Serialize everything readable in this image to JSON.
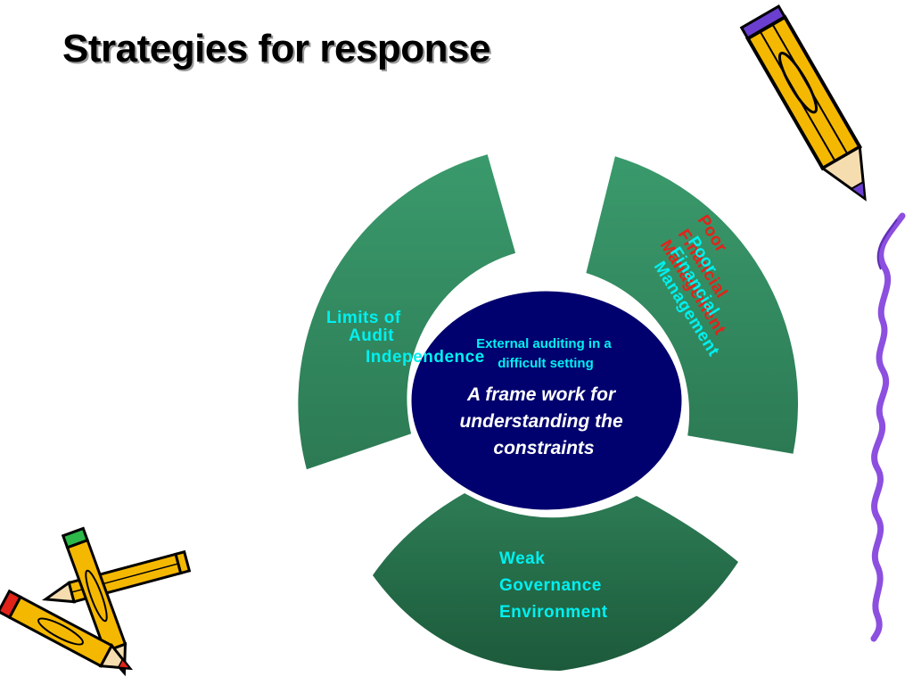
{
  "title": "Strategies for response",
  "center": {
    "subtitle_lines": [
      "External auditing  in a",
      "difficult setting"
    ],
    "main_lines": [
      "A frame work for",
      "understanding the",
      "constraints"
    ]
  },
  "segments": {
    "left": {
      "lines": [
        "Limits of",
        "Audit",
        "Independence"
      ]
    },
    "right": {
      "red_lines": [
        "Poor",
        "Financial",
        "Management"
      ],
      "cyan_lines": [
        "Poor",
        "Financial",
        "Management"
      ]
    },
    "bottom": {
      "lines": [
        "Weak",
        "Governance",
        "Environment"
      ]
    }
  },
  "colors": {
    "segment_top": "#38976a",
    "segment_bottom": "#1f5e3e",
    "center_fill": "#00006e",
    "text_cyan": "#00f0f0",
    "text_red": "#e2231a",
    "pencil_yellow": "#f5b800",
    "squiggle": "#8c4fe0"
  },
  "icons": [
    "pencil-icon",
    "crossed-pencils-icon",
    "wavy-line"
  ]
}
